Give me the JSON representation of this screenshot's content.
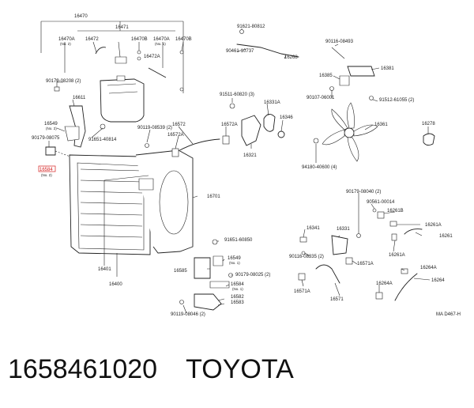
{
  "labels": [
    {
      "id": "p16470",
      "text": "16470"
    },
    {
      "id": "p16471",
      "text": "16471"
    },
    {
      "id": "p16470A_1",
      "text": "16470A"
    },
    {
      "id": "p16470A_1_sub",
      "text": "(No. 2)"
    },
    {
      "id": "p16472",
      "text": "16472"
    },
    {
      "id": "p16470B_1",
      "text": "16470B"
    },
    {
      "id": "p16470A_2",
      "text": "16470A"
    },
    {
      "id": "p16470A_2_sub",
      "text": "(No. 1)"
    },
    {
      "id": "p16470B_2",
      "text": "16470B"
    },
    {
      "id": "p16472A",
      "text": "16472A"
    },
    {
      "id": "p90179_08208",
      "text": "90179-08208 (2)"
    },
    {
      "id": "p16611",
      "text": "16611"
    },
    {
      "id": "p16549_l",
      "text": "16549"
    },
    {
      "id": "p16549_l_sub",
      "text": "(No. 2)"
    },
    {
      "id": "p90179_08075",
      "text": "90179-08075"
    },
    {
      "id": "p91651_40814",
      "text": "91651-40814"
    },
    {
      "id": "p16584_red",
      "text": "16584"
    },
    {
      "id": "p16584_red_sub",
      "text": "(No. 2)"
    },
    {
      "id": "p90119_08539",
      "text": "90119-08539 (2)"
    },
    {
      "id": "p16572",
      "text": "16572"
    },
    {
      "id": "p16572A_a",
      "text": "16572A"
    },
    {
      "id": "p16572A_b",
      "text": "16572A"
    },
    {
      "id": "p91621_80812",
      "text": "91621-80812"
    },
    {
      "id": "p90461_10737",
      "text": "90461-10737"
    },
    {
      "id": "p16268",
      "text": "16268"
    },
    {
      "id": "p90116_08493",
      "text": "90116-08493"
    },
    {
      "id": "p16385",
      "text": "16385"
    },
    {
      "id": "p16381",
      "text": "16381"
    },
    {
      "id": "p90107_06001",
      "text": "90107-06001"
    },
    {
      "id": "p91512_61055",
      "text": "91512-61055 (2)"
    },
    {
      "id": "p91511_60820",
      "text": "91511-60820 (3)"
    },
    {
      "id": "p16331A",
      "text": "16331A"
    },
    {
      "id": "p16346",
      "text": "16346"
    },
    {
      "id": "p16321",
      "text": "16321"
    },
    {
      "id": "p16361",
      "text": "16361"
    },
    {
      "id": "p16278",
      "text": "16278"
    },
    {
      "id": "p94180_40600",
      "text": "94180-40600 (4)"
    },
    {
      "id": "p16701",
      "text": "16701"
    },
    {
      "id": "p90179_08040",
      "text": "90179-08040 (2)"
    },
    {
      "id": "p90561_00014",
      "text": "90561-00014"
    },
    {
      "id": "p16261B",
      "text": "16261B"
    },
    {
      "id": "p16261A_a",
      "text": "16261A"
    },
    {
      "id": "p16261",
      "text": "16261"
    },
    {
      "id": "p16261A_b",
      "text": "16261A"
    },
    {
      "id": "p16341",
      "text": "16341"
    },
    {
      "id": "p16331",
      "text": "16331"
    },
    {
      "id": "p90116_08335",
      "text": "90116-08335 (2)"
    },
    {
      "id": "p16571A_a",
      "text": "16571A"
    },
    {
      "id": "p16571A_b",
      "text": "16571A"
    },
    {
      "id": "p16571",
      "text": "16571"
    },
    {
      "id": "p16264A_a",
      "text": "16264A"
    },
    {
      "id": "p16264",
      "text": "16264"
    },
    {
      "id": "p16264A_b",
      "text": "16264A"
    },
    {
      "id": "p91651_60850",
      "text": "91651-60850"
    },
    {
      "id": "p16549_r",
      "text": "16549"
    },
    {
      "id": "p16549_r_sub",
      "text": "(No. 1)"
    },
    {
      "id": "p16585",
      "text": "16585"
    },
    {
      "id": "p90179_08025",
      "text": "90179-08025 (2)"
    },
    {
      "id": "p16584_r",
      "text": "16584"
    },
    {
      "id": "p16584_r_sub",
      "text": "(No. 1)"
    },
    {
      "id": "p16582",
      "text": "16582"
    },
    {
      "id": "p16583",
      "text": "16583"
    },
    {
      "id": "p90119_08046",
      "text": "90119-08046 (2)"
    },
    {
      "id": "p16401",
      "text": "16401"
    },
    {
      "id": "p16400",
      "text": "16400"
    },
    {
      "id": "ref_code",
      "text": "MA D467-H"
    }
  ],
  "caption": {
    "part_number": "1658461020",
    "brand": "TOYOTA"
  },
  "colors": {
    "highlight": "#d42020",
    "line": "#222222"
  }
}
